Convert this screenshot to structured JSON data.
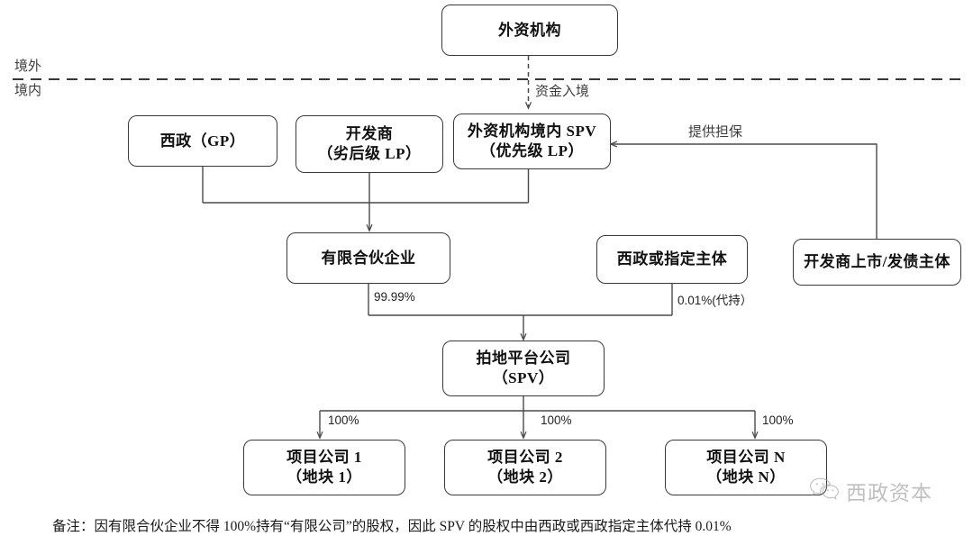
{
  "diagram": {
    "boundary": {
      "above_label": "境外",
      "below_label": "境内"
    },
    "nodes": {
      "foreign_institution": {
        "line1": "外资机构",
        "line2": ""
      },
      "xizheng_gp": {
        "line1": "西政（GP）",
        "line2": ""
      },
      "developer_lp": {
        "line1": "开发商",
        "line2": "（劣后级 LP）"
      },
      "onshore_spv": {
        "line1": "外资机构境内 SPV",
        "line2": "（优先级 LP）"
      },
      "limited_partnership": {
        "line1": "有限合伙企业",
        "line2": ""
      },
      "xizheng_or_designated": {
        "line1": "西政或指定主体",
        "line2": ""
      },
      "developer_listed_entity": {
        "line1": "开发商上市/发债主体",
        "line2": ""
      },
      "bidding_platform_spv": {
        "line1": "拍地平台公司",
        "line2": "（SPV）"
      },
      "project_company_1": {
        "line1": "项目公司 1",
        "line2": "（地块 1）"
      },
      "project_company_2": {
        "line1": "项目公司 2",
        "line2": "（地块 2）"
      },
      "project_company_n": {
        "line1": "项目公司 N",
        "line2": "（地块 N）"
      }
    },
    "edge_labels": {
      "capital_inbound": "资金入境",
      "provide_guarantee": "提供担保",
      "stake_9999": "99.99%",
      "stake_001": "0.01%(代持）",
      "stake_100_a": "100%",
      "stake_100_b": "100%",
      "stake_100_c": "100%"
    },
    "footnote": "备注：因有限合伙企业不得 100%持有“有限公司”的股权，因此 SPV 的股权中由西政或西政指定主体代持 0.01%",
    "watermark": {
      "text": "西政资本",
      "icon": "wechat-icon"
    },
    "colors": {
      "stroke": "#3a3a3a",
      "connector": "#4a4a4a",
      "text": "#111111",
      "watermark": "#9a9a9a"
    }
  }
}
